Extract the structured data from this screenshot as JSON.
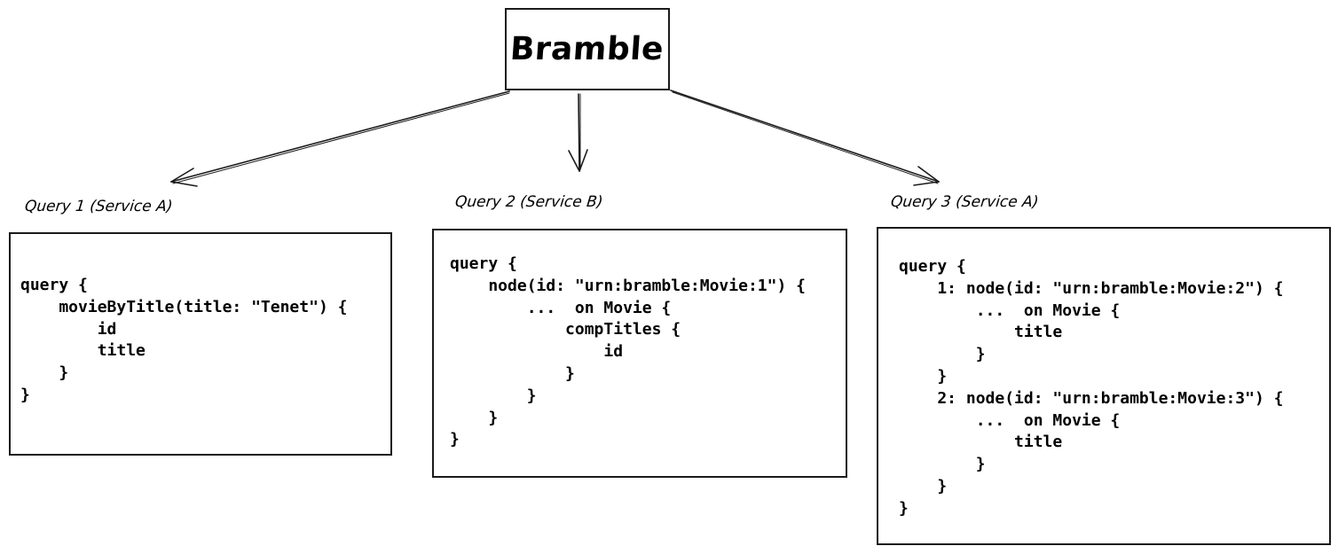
{
  "root": {
    "label": "Bramble"
  },
  "queries": [
    {
      "label": "Query 1 (Service A)",
      "code": "query {\n    movieByTitle(title: \"Tenet\") {\n        id\n        title\n    }\n}"
    },
    {
      "label": "Query 2 (Service B)",
      "code": "query {\n    node(id: \"urn:bramble:Movie:1\") {\n        ...  on Movie {\n            compTitles {\n                id\n            }\n        }\n    }\n}"
    },
    {
      "label": "Query 3 (Service A)",
      "code": "query {\n    1: node(id: \"urn:bramble:Movie:2\") {\n        ...  on Movie {\n            title\n        }\n    }\n    2: node(id: \"urn:bramble:Movie:3\") {\n        ...  on Movie {\n            title\n        }\n    }\n}"
    }
  ],
  "colors": {
    "stroke": "#1a1a1a",
    "background": "#ffffff"
  }
}
